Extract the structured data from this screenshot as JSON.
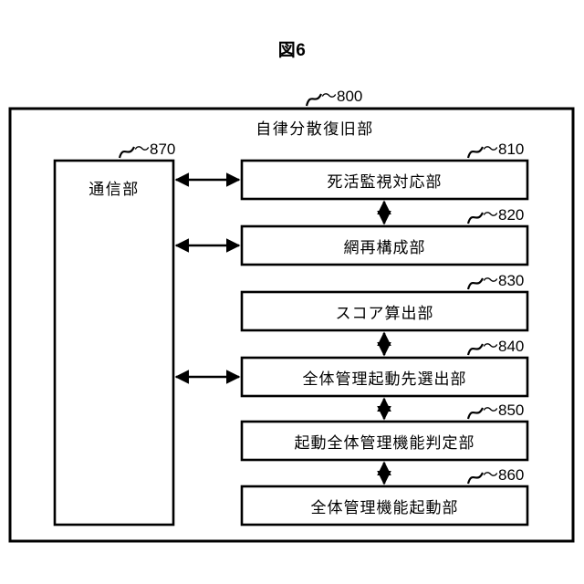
{
  "figure": {
    "title": "図6",
    "outer": {
      "ref": "～800",
      "label": "自律分散復旧部"
    },
    "communication": {
      "ref": "～870",
      "label": "通信部"
    },
    "modules": [
      {
        "ref": "～810",
        "label": "死活監視対応部"
      },
      {
        "ref": "～820",
        "label": "網再構成部"
      },
      {
        "ref": "～830",
        "label": "スコア算出部"
      },
      {
        "ref": "～840",
        "label": "全体管理起動先選出部"
      },
      {
        "ref": "～850",
        "label": "起動全体管理機能判定部"
      },
      {
        "ref": "～860",
        "label": "全体管理機能起動部"
      }
    ],
    "colors": {
      "line": "#000000",
      "background": "#ffffff"
    }
  }
}
